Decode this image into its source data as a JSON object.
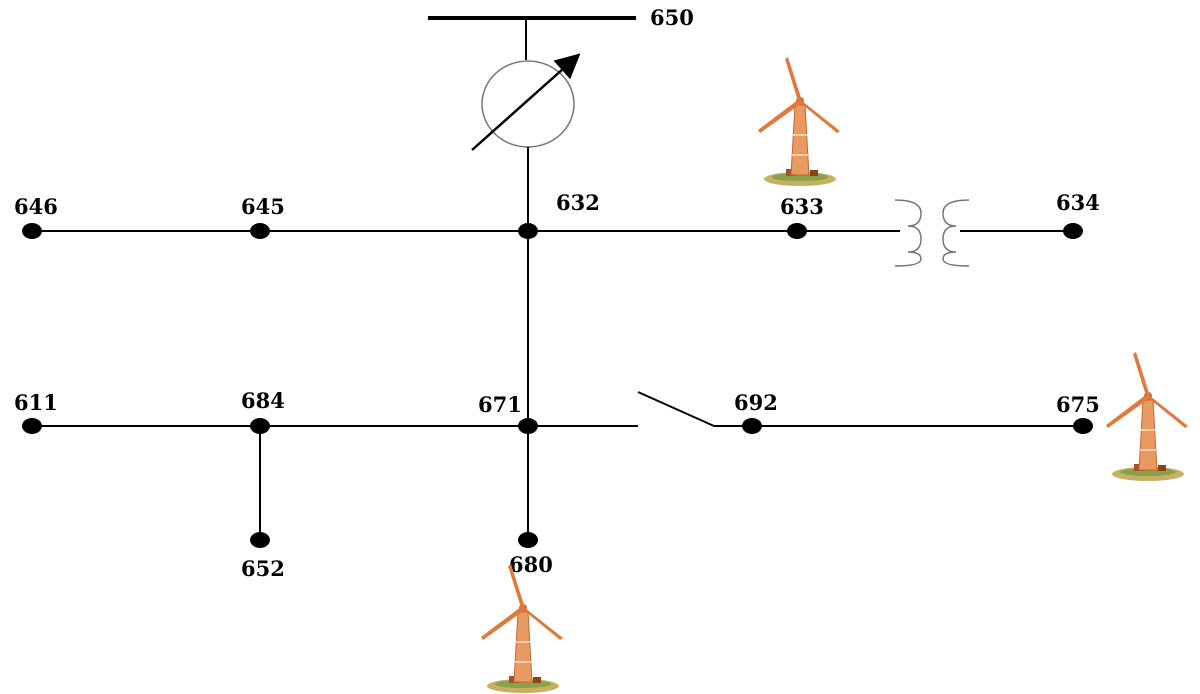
{
  "diagram": {
    "type": "single-line feeder diagram",
    "source_bus": {
      "id": "650",
      "label": "650"
    },
    "regulator": {
      "name": "voltage regulator",
      "between": [
        "650",
        "632"
      ]
    },
    "buses": [
      {
        "id": "646",
        "label": "646"
      },
      {
        "id": "645",
        "label": "645"
      },
      {
        "id": "632",
        "label": "632"
      },
      {
        "id": "633",
        "label": "633"
      },
      {
        "id": "634",
        "label": "634"
      },
      {
        "id": "611",
        "label": "611"
      },
      {
        "id": "684",
        "label": "684"
      },
      {
        "id": "671",
        "label": "671"
      },
      {
        "id": "692",
        "label": "692"
      },
      {
        "id": "675",
        "label": "675"
      },
      {
        "id": "652",
        "label": "652"
      },
      {
        "id": "680",
        "label": "680"
      }
    ],
    "lines": [
      [
        "650",
        "632"
      ],
      [
        "646",
        "645"
      ],
      [
        "645",
        "632"
      ],
      [
        "632",
        "633"
      ],
      [
        "632",
        "671"
      ],
      [
        "611",
        "684"
      ],
      [
        "684",
        "671"
      ],
      [
        "684",
        "652"
      ],
      [
        "671",
        "680"
      ],
      [
        "692",
        "675"
      ]
    ],
    "transformer": {
      "between": [
        "633",
        "634"
      ]
    },
    "switch": {
      "between": [
        "671",
        "692"
      ],
      "state": "open"
    },
    "wind_turbines": [
      {
        "near_bus": "633",
        "icon": "wind-turbine-icon"
      },
      {
        "near_bus": "675",
        "icon": "wind-turbine-icon"
      },
      {
        "near_bus": "680",
        "icon": "wind-turbine-icon"
      }
    ],
    "colors": {
      "line": "#000000",
      "equipment": "#777777",
      "turbine_tower": "#e08a4c",
      "turbine_blade": "#e07a3c"
    }
  }
}
